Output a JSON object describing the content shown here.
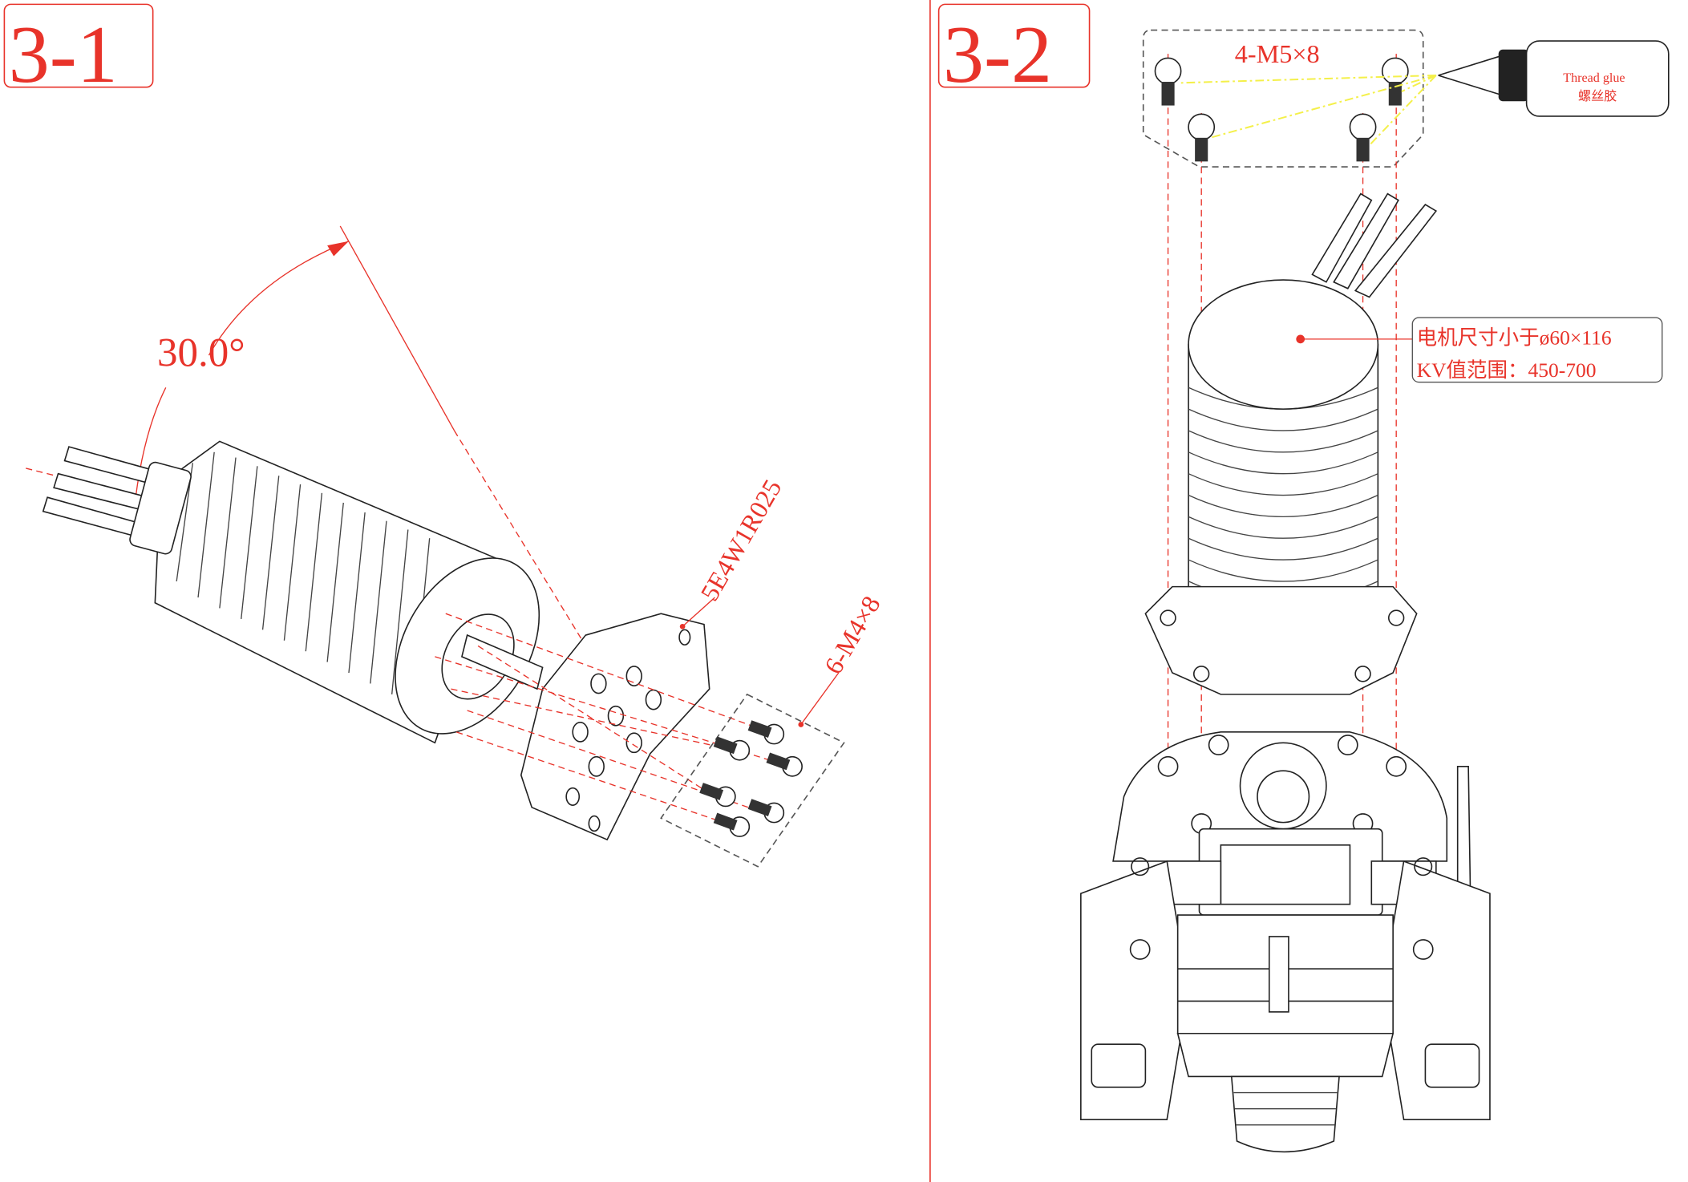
{
  "panels": [
    {
      "label": "3-1",
      "angle_label": "30.0°",
      "part_label": "5E4W1R025",
      "screw_label": "6-M4×8"
    },
    {
      "label": "3-2",
      "screw_label": "4-M5×8",
      "glue_label_en": "Thread glue",
      "glue_label_zh": "螺丝胶",
      "motor_spec_line1": "电机尺寸小于ø60×116",
      "motor_spec_line2": "KV值范围：450-700"
    }
  ],
  "colors": {
    "annotation": "#e8332a",
    "line": "#222222",
    "glue_path": "#f4f04a"
  }
}
